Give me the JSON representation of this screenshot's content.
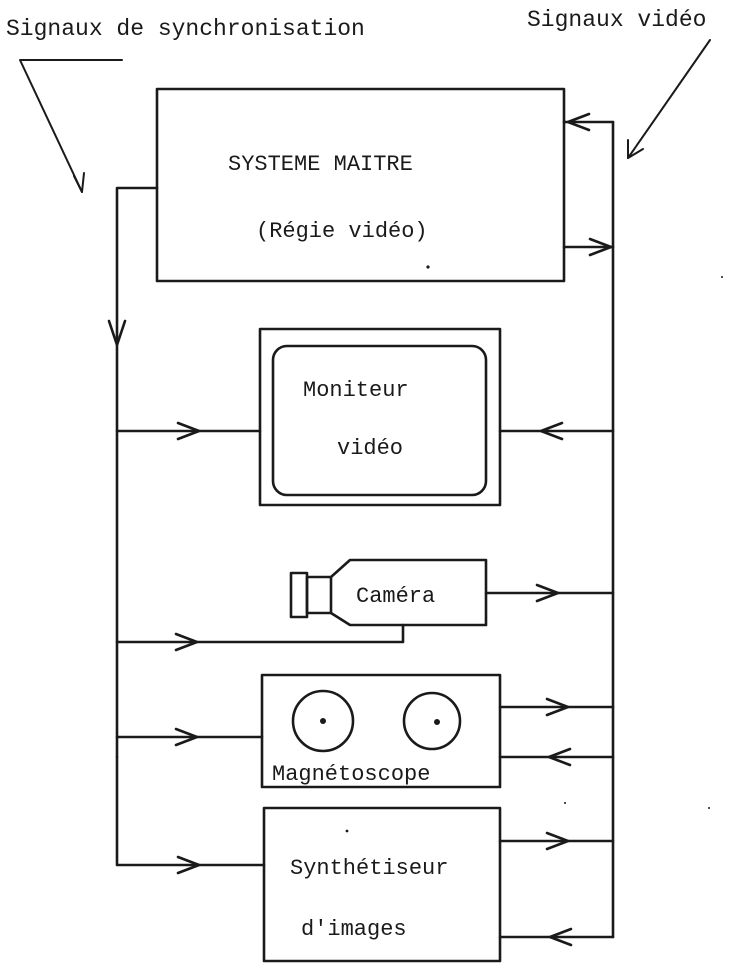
{
  "labels": {
    "sync_signals": "Signaux de synchronisation",
    "video_signals": "Signaux vidéo"
  },
  "blocks": {
    "master": {
      "line1": "SYSTEME  MAITRE",
      "line2": "(Régie vidéo)"
    },
    "monitor": {
      "line1": "Moniteur",
      "line2": "vidéo"
    },
    "camera": {
      "label": "Caméra"
    },
    "vcr": {
      "label": "Magnétoscope"
    },
    "synth": {
      "line1": "Synthétiseur",
      "line2": "d'images"
    }
  },
  "colors": {
    "ink": "#1a1a1a",
    "paper": "#ffffff"
  }
}
